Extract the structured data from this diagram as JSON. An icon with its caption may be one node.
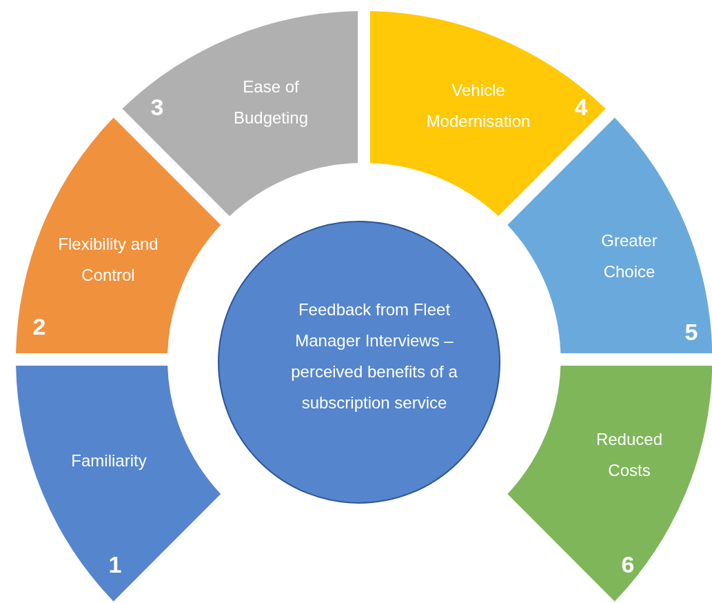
{
  "diagram": {
    "nodes": [
      {
        "text": [
          "Familiarity",
          "1"
        ]
      },
      {
        "text": [
          "Flexibility and Control",
          "2"
        ]
      },
      {
        "text": [
          "3",
          "Ease of Budgeting"
        ]
      },
      {
        "text": [
          "Vehicle Modernisation",
          "4"
        ]
      },
      {
        "text": [
          "Greater Choice",
          "5"
        ]
      },
      {
        "text": [
          "Reduced Costs",
          "6"
        ]
      },
      {
        "text": [
          "Feedback from Fleet Manager Interviews – perceived benefits of a subscription service"
        ]
      }
    ]
  }
}
